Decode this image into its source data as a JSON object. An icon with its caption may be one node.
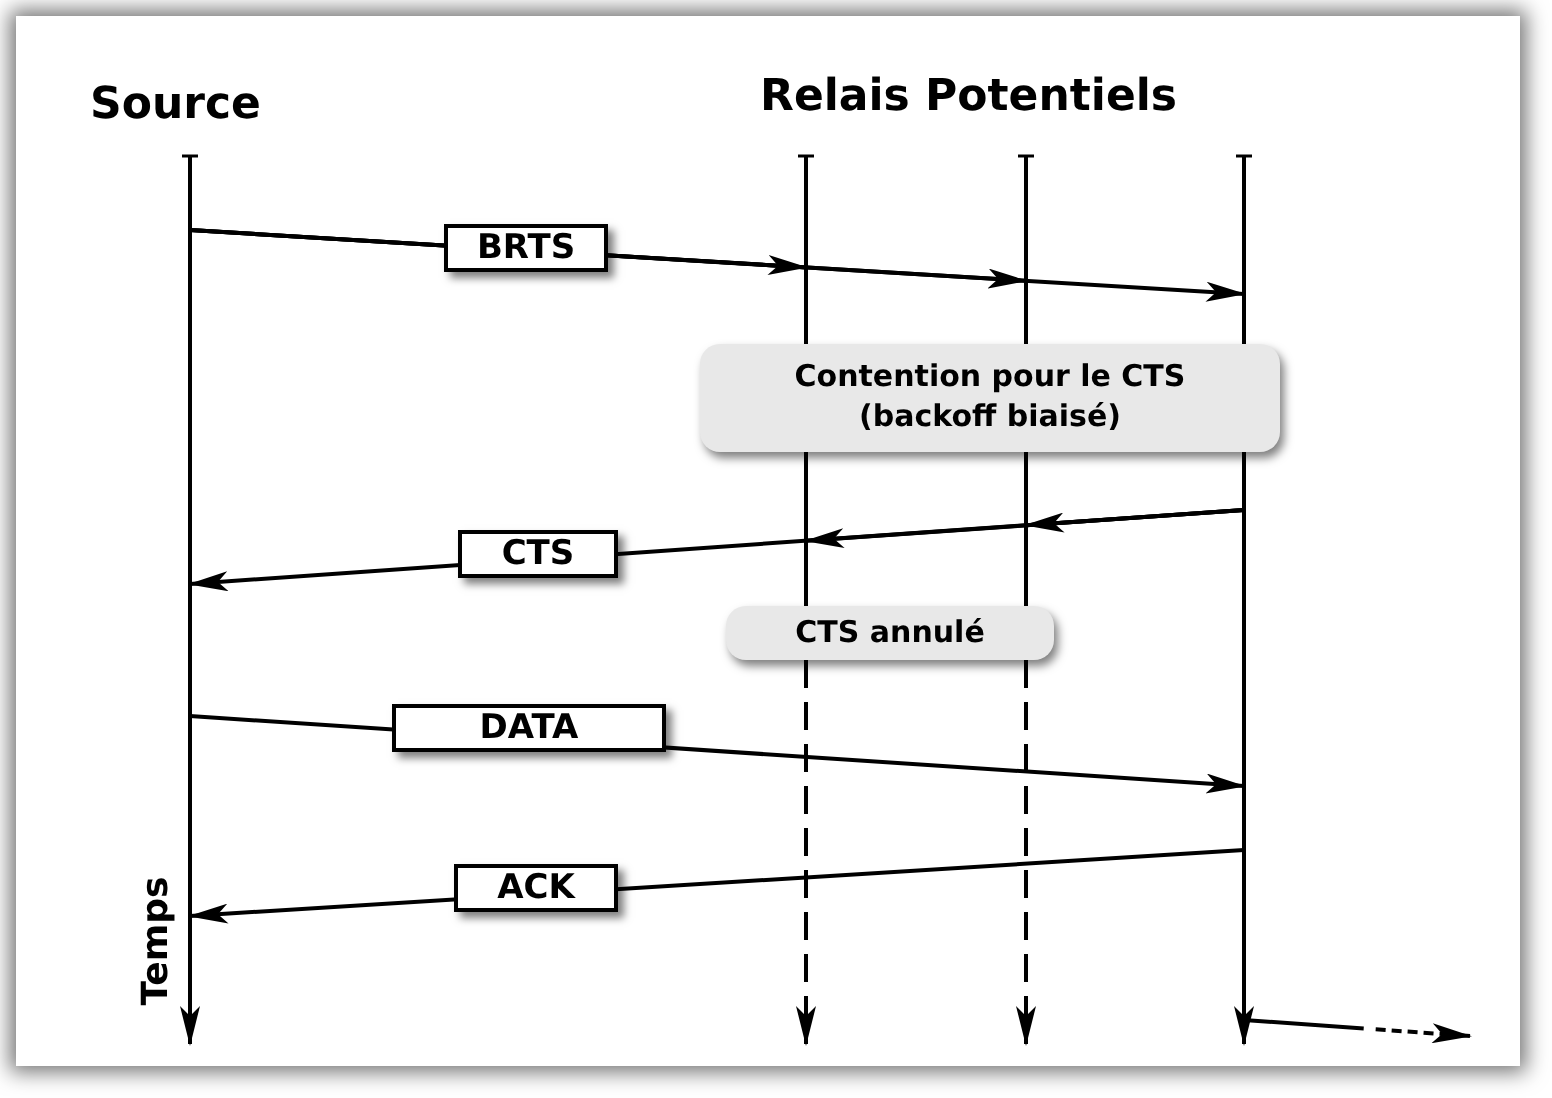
{
  "diagram": {
    "nodes": [
      {
        "text": [
          "Source"
        ]
      },
      {
        "text": [],
        "shape": "bar"
      },
      {
        "text": [],
        "shape": "bar"
      },
      {
        "text": [],
        "shape": "bar"
      }
    ],
    "edges": [
      {
        "from": 0,
        "to": 1,
        "arrow": "to",
        "label": "BRTS"
      },
      {
        "from": 0,
        "to": 2,
        "arrow": "to"
      },
      {
        "from": 0,
        "to": 3,
        "arrow": "to"
      },
      {
        "from": 3,
        "to": 2,
        "arrow": "to"
      },
      {
        "from": 3,
        "to": 1,
        "arrow": "to"
      },
      {
        "from": 3,
        "to": 0,
        "arrow": "to",
        "label": "CTS"
      },
      {
        "from": 0,
        "to": 3,
        "arrow": "to",
        "label": "DATA"
      },
      {
        "from": 3,
        "to": 0,
        "arrow": "to",
        "label": "ACK"
      },
      {
        "from": 3,
        "to": null,
        "arrow": "to",
        "style": "dashed"
      }
    ],
    "labels": [
      "Relais Potentiels",
      "Contention pour le CTS (backoff biaisé)",
      "CTS annulé",
      "Temps"
    ]
  }
}
